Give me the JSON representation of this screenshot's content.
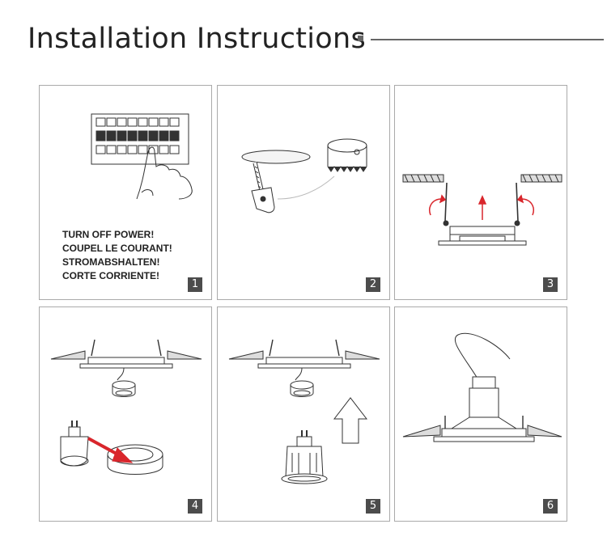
{
  "title": "Installation Instructions",
  "colors": {
    "title_rule": "#666666",
    "badge": "#4c4c4c",
    "arrow_red": "#d9262c",
    "line": "#333333"
  },
  "steps": [
    {
      "number": "1",
      "illustration": "breaker-panel-hand-icon",
      "warning_lines": [
        "TURN OFF POWER!",
        "COUPEL LE COURANT!",
        "STROMABSHALTEN!",
        "CORTE CORRIENTE!"
      ]
    },
    {
      "number": "2",
      "illustration": "hole-saw-cutting-icon"
    },
    {
      "number": "3",
      "illustration": "spring-clips-insert-icon"
    },
    {
      "number": "4",
      "illustration": "bulb-into-socket-icon"
    },
    {
      "number": "5",
      "illustration": "bulb-push-up-icon"
    },
    {
      "number": "6",
      "illustration": "installed-fixture-icon"
    }
  ]
}
